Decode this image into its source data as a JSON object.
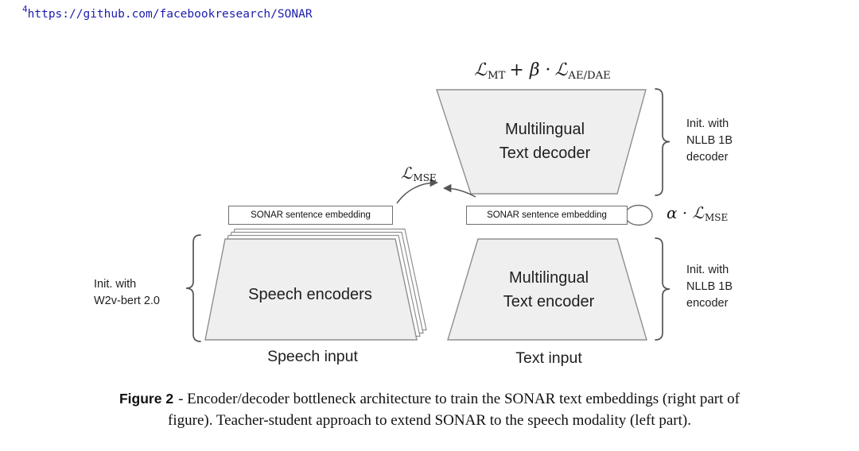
{
  "footnote": {
    "marker": "4",
    "url": "https://github.com/facebookresearch/SONAR"
  },
  "formula": {
    "L1": "ℒ",
    "sub1": "MT",
    "op": "+ β ·",
    "L2": "ℒ",
    "sub2": "AE/DAE"
  },
  "decoder": {
    "line1": "Multilingual",
    "line2": "Text decoder",
    "init_lines": [
      "Init. with",
      "NLLB 1B",
      "decoder"
    ]
  },
  "mse": {
    "L": "ℒ",
    "sub": "MSE"
  },
  "embeddings": {
    "left": "SONAR sentence embedding",
    "right": "SONAR sentence embedding"
  },
  "alpha_mse": {
    "prefix": "α ·",
    "L": "ℒ",
    "sub": "MSE"
  },
  "encoder": {
    "line1": "Multilingual",
    "line2": "Text encoder",
    "init_lines": [
      "Init. with",
      "NLLB 1B",
      "encoder"
    ]
  },
  "speech": {
    "label": "Speech encoders",
    "init_lines": [
      "Init. with",
      "W2v-bert 2.0"
    ],
    "input_label": "Speech input"
  },
  "text_input_label": "Text input",
  "caption": {
    "label": "Figure 2",
    "line1_rest": "- Encoder/decoder bottleneck architecture to train the SONAR text embeddings (right part of",
    "line2": "figure). Teacher-student approach to extend SONAR to the speech modality (left part)."
  },
  "colors": {
    "shape_fill": "#efefef",
    "shape_stroke": "#8f8f8f",
    "link_blue": "#1c1cb0"
  }
}
